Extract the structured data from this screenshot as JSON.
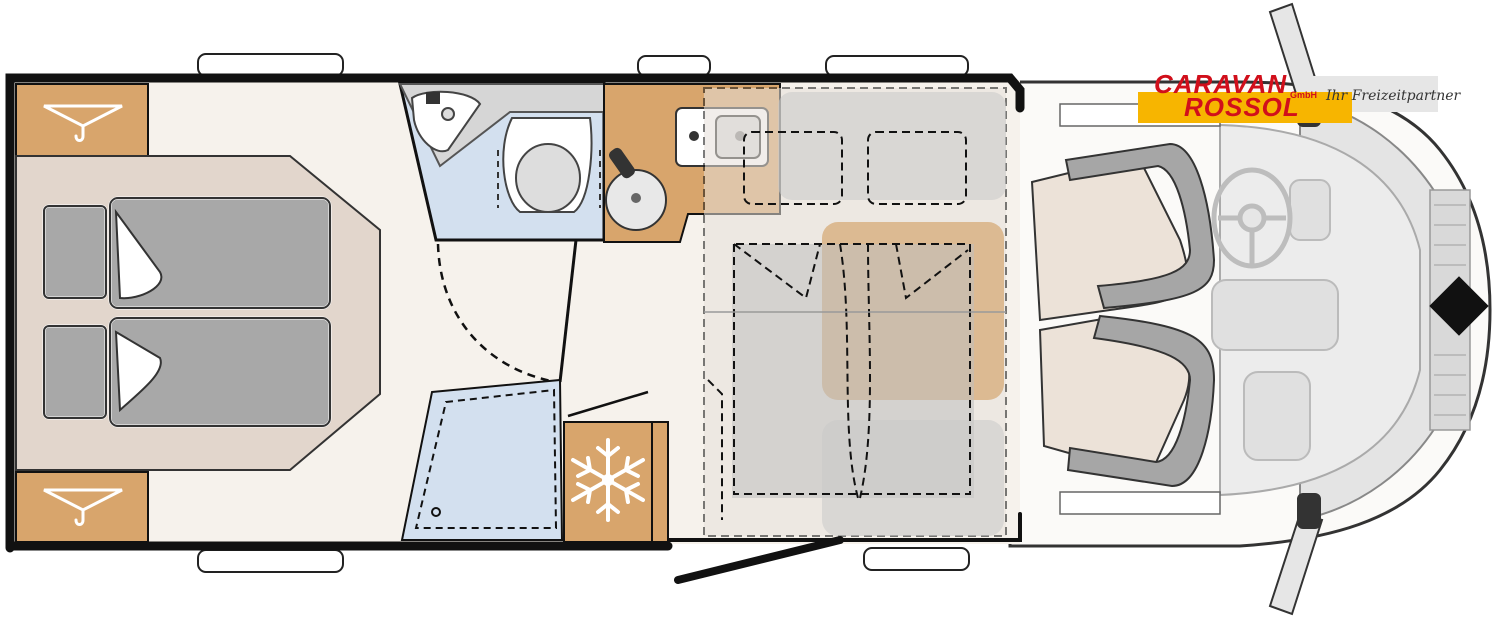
{
  "logo": {
    "line1": "CARAVAN",
    "line2": "ROSSOL",
    "gmbh": "GmbH",
    "tagline": "Ihr Freizeitpartner",
    "red": "#d10f1b",
    "yellow": "#f7b500"
  },
  "colors": {
    "wall": "#111111",
    "floor": "#f6f2ec",
    "wood": "#d8a56c",
    "bed_frame": "#e2d6cc",
    "mattress": "#a8a8a8",
    "bath": "#d3e0ef",
    "cab_grey": "#d6d6d6",
    "seat_grey": "#9c9c9c"
  },
  "icons": [
    "snowflake-icon",
    "hook-icon",
    "steering-wheel-icon"
  ]
}
